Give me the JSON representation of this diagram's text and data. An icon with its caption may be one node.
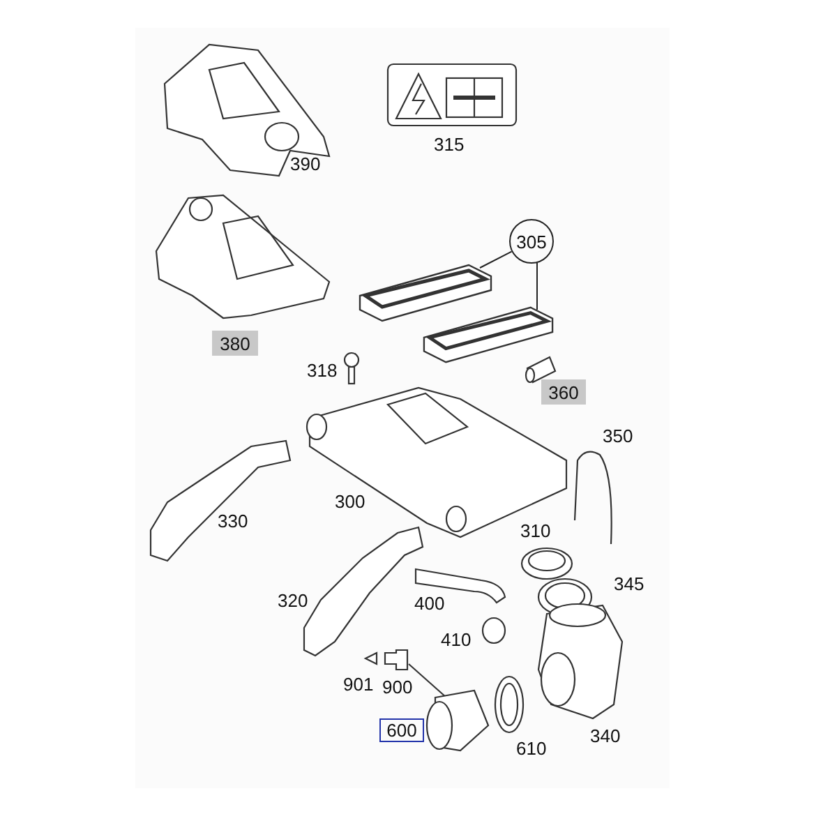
{
  "diagram": {
    "nodes": [
      {
        "text": [
          "305"
        ]
      },
      {
        "text": [],
        "shape": "picture"
      },
      {
        "text": [],
        "shape": "picture"
      },
      {
        "text": [
          "380"
        ]
      },
      {
        "text": [
          "360"
        ]
      },
      {
        "text": [
          "600"
        ]
      }
    ],
    "edges": [
      {
        "from": 0,
        "to": 1,
        "arrow": "none"
      },
      {
        "from": 0,
        "to": 2,
        "arrow": "none"
      }
    ],
    "labels": [
      "390",
      "315",
      "318",
      "300",
      "350",
      "330",
      "310",
      "345",
      "320",
      "400",
      "410",
      "901",
      "900",
      "340",
      "610"
    ]
  }
}
